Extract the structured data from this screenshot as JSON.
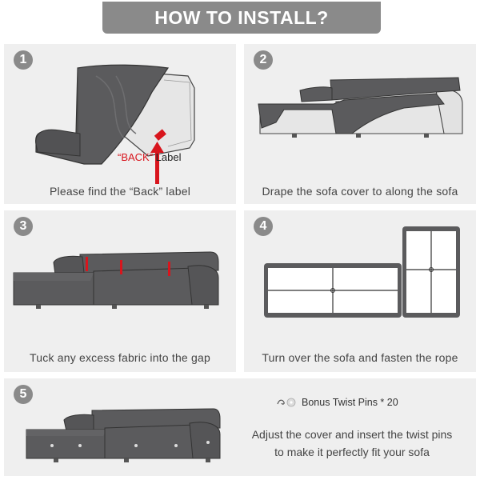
{
  "title": "HOW TO INSTALL?",
  "steps": [
    {
      "number": "1",
      "caption": "Please find the “Back” label",
      "label_quoted": "“BACK”",
      "label_word": " Label"
    },
    {
      "number": "2",
      "caption": "Drape the sofa cover to along the sofa"
    },
    {
      "number": "3",
      "caption": "Tuck any excess fabric into the gap"
    },
    {
      "number": "4",
      "caption": "Turn over the sofa and fasten the rope"
    },
    {
      "number": "5",
      "bonus": "Bonus Twist Pins * 20",
      "line1": "Adjust the cover and insert the twist pins",
      "line2": "to make it perfectly fit your sofa"
    }
  ],
  "colors": {
    "panel_bg": "#efefef",
    "badge": "#8a8a8a",
    "cover": "#5b5b5d",
    "sofa": "#e4e4e4",
    "arrow": "#d8151d"
  },
  "icons": [
    "back-arrow-icon",
    "twist-pin-icon"
  ]
}
